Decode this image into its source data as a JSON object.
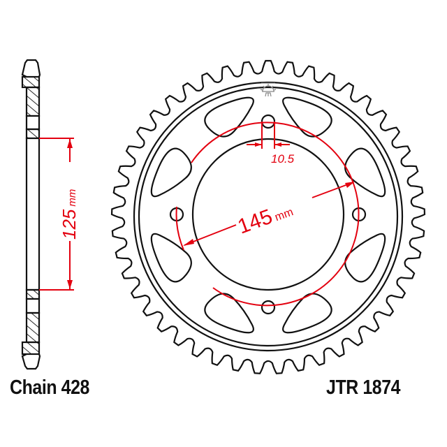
{
  "diagram": {
    "type": "sprocket-technical-drawing",
    "colors": {
      "outline": "#111111",
      "dimension": "#e3000f",
      "background": "#ffffff",
      "logo": "#888888"
    },
    "sprocket": {
      "teeth": 45,
      "bolt_holes": 4,
      "windows": 8
    },
    "dimensions": {
      "offset": {
        "value": "125",
        "unit": "mm"
      },
      "pcd": {
        "value": "145",
        "unit": "mm"
      },
      "bolt_hole": {
        "value": "10.5"
      }
    }
  },
  "labels": {
    "chain": "Chain 428",
    "part_number": "JTR 1874"
  }
}
